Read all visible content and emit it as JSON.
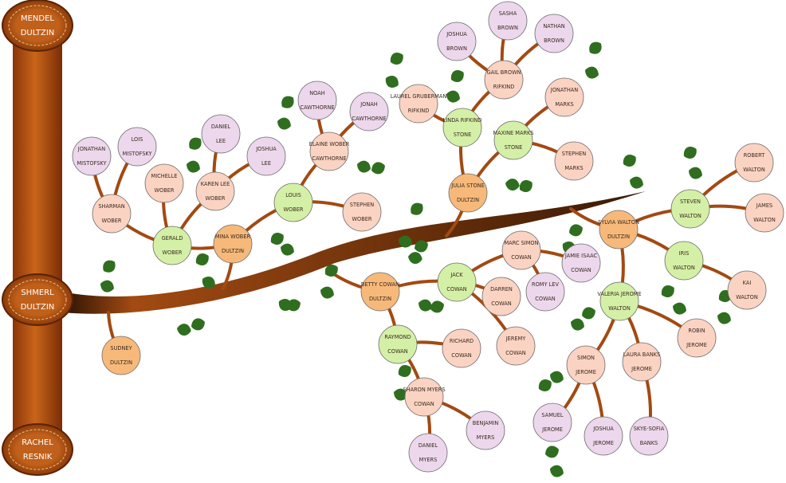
{
  "trunk_labels": [
    {
      "id": "mendel",
      "first": "MENDEL",
      "last": "DULTZIN"
    },
    {
      "id": "shmerl",
      "first": "SHMERL",
      "last": "DULTZIN"
    },
    {
      "id": "rachel",
      "first": "RACHEL",
      "last": "RESNIK"
    }
  ],
  "palette": {
    "orange": "#f7b97a",
    "peach": "#fbd3c2",
    "green": "#d4f0a6",
    "lilac": "#ecd7ec",
    "branch": "#a24a12",
    "leaf": "#2f6e1f"
  },
  "people": [
    {
      "id": "sudney",
      "first": "SUDNEY",
      "last": "DULTZIN",
      "color": "orange"
    },
    {
      "id": "mina",
      "first": "MINA WOBER",
      "last": "DULTZIN",
      "color": "orange"
    },
    {
      "id": "gerald",
      "first": "GERALD",
      "last": "WOBER",
      "color": "green"
    },
    {
      "id": "sharman",
      "first": "SHARMAN",
      "last": "WOBER",
      "color": "peach"
    },
    {
      "id": "michelle",
      "first": "MICHELLE",
      "last": "WOBER",
      "color": "peach"
    },
    {
      "id": "karen",
      "first": "KAREN LEE",
      "last": "WOBER",
      "color": "peach"
    },
    {
      "id": "jonathan_m",
      "first": "JONATHAN",
      "last": "MISTOFSKY",
      "color": "lilac"
    },
    {
      "id": "lois",
      "first": "LOIS",
      "last": "MISTOFSKY",
      "color": "lilac"
    },
    {
      "id": "daniel_l",
      "first": "DANIEL",
      "last": "LEE",
      "color": "lilac"
    },
    {
      "id": "joshua_l",
      "first": "JOSHUA",
      "last": "LEE",
      "color": "lilac"
    },
    {
      "id": "louis",
      "first": "LOUIS",
      "last": "WOBER",
      "color": "green"
    },
    {
      "id": "elaine",
      "first": "ELAINE WOBER",
      "last": "CAWTHORNE",
      "color": "peach"
    },
    {
      "id": "stephen_w",
      "first": "STEPHEN",
      "last": "WOBER",
      "color": "peach"
    },
    {
      "id": "noah",
      "first": "NOAH",
      "last": "CAWTHORNE",
      "color": "lilac"
    },
    {
      "id": "jonah",
      "first": "JONAH",
      "last": "CAWTHORNE",
      "color": "lilac"
    },
    {
      "id": "julia",
      "first": "JULIA STONE",
      "last": "DULTZIN",
      "color": "orange"
    },
    {
      "id": "linda",
      "first": "LINDA RIFKIND",
      "last": "STONE",
      "color": "green"
    },
    {
      "id": "maxine",
      "first": "MAXINE MARKS",
      "last": "STONE",
      "color": "green"
    },
    {
      "id": "laurel",
      "first": "LAUREL GRUBERMAN",
      "last": "RIFKIND",
      "color": "peach"
    },
    {
      "id": "gail",
      "first": "GAIL BROWN",
      "last": "RIFKIND",
      "color": "peach"
    },
    {
      "id": "joshua_b",
      "first": "JOSHUA",
      "last": "BROWN",
      "color": "lilac"
    },
    {
      "id": "sasha",
      "first": "SASHA",
      "last": "BROWN",
      "color": "lilac"
    },
    {
      "id": "nathan",
      "first": "NATHAN",
      "last": "BROWN",
      "color": "lilac"
    },
    {
      "id": "jonathan_mk",
      "first": "JONATHAN",
      "last": "MARKS",
      "color": "peach"
    },
    {
      "id": "stephen_mk",
      "first": "STEPHEN",
      "last": "MARKS",
      "color": "peach"
    },
    {
      "id": "betty",
      "first": "BETTY COWAN",
      "last": "DULTZIN",
      "color": "orange"
    },
    {
      "id": "jack",
      "first": "JACK",
      "last": "COWAN",
      "color": "green"
    },
    {
      "id": "raymond",
      "first": "RAYMOND",
      "last": "COWAN",
      "color": "green"
    },
    {
      "id": "richard",
      "first": "RICHARD",
      "last": "COWAN",
      "color": "peach"
    },
    {
      "id": "sharon",
      "first": "SHARON MYERS",
      "last": "COWAN",
      "color": "peach"
    },
    {
      "id": "daniel_m",
      "first": "DANIEL",
      "last": "MYERS",
      "color": "lilac"
    },
    {
      "id": "benjamin",
      "first": "BENJAMIN",
      "last": "MYERS",
      "color": "lilac"
    },
    {
      "id": "marc",
      "first": "MARC SIMON",
      "last": "COWAN",
      "color": "peach"
    },
    {
      "id": "darren",
      "first": "DARREN",
      "last": "COWAN",
      "color": "peach"
    },
    {
      "id": "jeremy",
      "first": "JEREMY",
      "last": "COWAN",
      "color": "peach"
    },
    {
      "id": "jamie",
      "first": "JAMIE ISAAC",
      "last": "COWAN",
      "color": "lilac"
    },
    {
      "id": "romy",
      "first": "ROMY LEV",
      "last": "COWAN",
      "color": "lilac"
    },
    {
      "id": "sylvia",
      "first": "SYLVIA WALTON",
      "last": "DULTZIN",
      "color": "orange"
    },
    {
      "id": "steven",
      "first": "STEVEN",
      "last": "WALTON",
      "color": "green"
    },
    {
      "id": "iris",
      "first": "IRIS",
      "last": "WALTON",
      "color": "green"
    },
    {
      "id": "valeria",
      "first": "VALERIA JEROME",
      "last": "WALTON",
      "color": "green"
    },
    {
      "id": "robert",
      "first": "ROBERT",
      "last": "WALTON",
      "color": "peach"
    },
    {
      "id": "james",
      "first": "JAMES",
      "last": "WALTON",
      "color": "peach"
    },
    {
      "id": "kai",
      "first": "KAI",
      "last": "WALTON",
      "color": "peach"
    },
    {
      "id": "robin",
      "first": "ROBIN",
      "last": "JEROME",
      "color": "peach"
    },
    {
      "id": "simon",
      "first": "SIMON",
      "last": "JEROME",
      "color": "peach"
    },
    {
      "id": "laura",
      "first": "LAURA BANKS",
      "last": "JEROME",
      "color": "peach"
    },
    {
      "id": "samuel",
      "first": "SAMUEL",
      "last": "JEROME",
      "color": "lilac"
    },
    {
      "id": "joshua_j",
      "first": "JOSHUA",
      "last": "JEROME",
      "color": "lilac"
    },
    {
      "id": "skye",
      "first": "SKYE-SOFIA",
      "last": "BANKS",
      "color": "lilac"
    }
  ]
}
